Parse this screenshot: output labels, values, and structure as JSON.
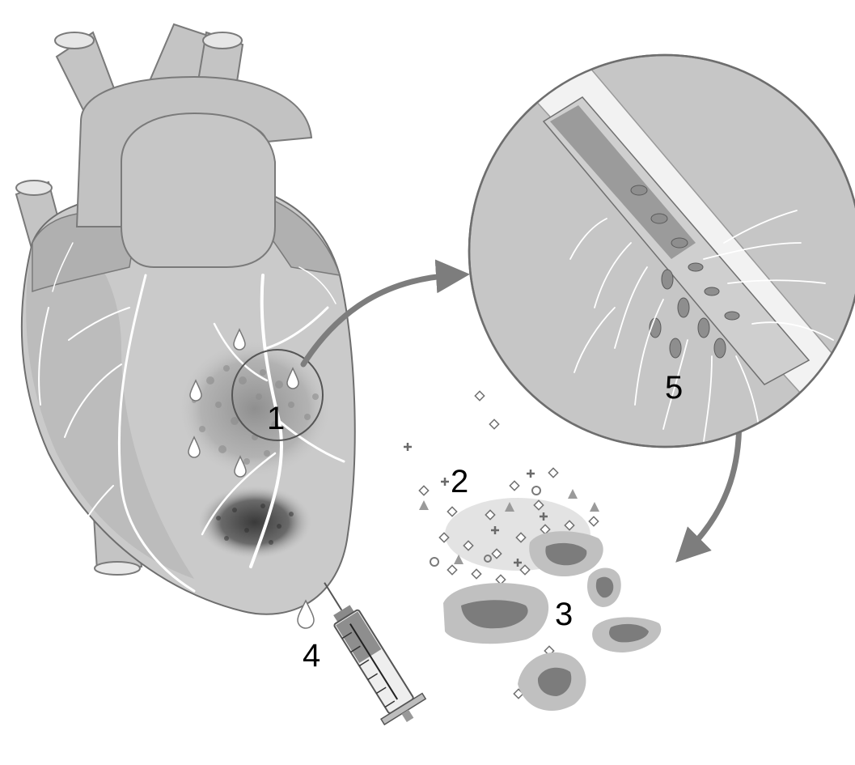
{
  "labels": {
    "l1": "1",
    "l2": "2",
    "l3": "3",
    "l4": "4",
    "l5": "5"
  },
  "colors": {
    "background": "#ffffff",
    "tissue": "#c9c9c9",
    "tissue_dark": "#9a9a9a",
    "outline": "#6e6e6e",
    "vessel": "#ffffff",
    "arrow": "#7d7d7d",
    "text": "#000000"
  },
  "icons": [
    "heart-illustration",
    "magnified-vessel-icon",
    "particle-cloud-icon",
    "cell-cluster-icon",
    "syringe-icon",
    "droplet-icon",
    "curved-arrow-icon"
  ]
}
